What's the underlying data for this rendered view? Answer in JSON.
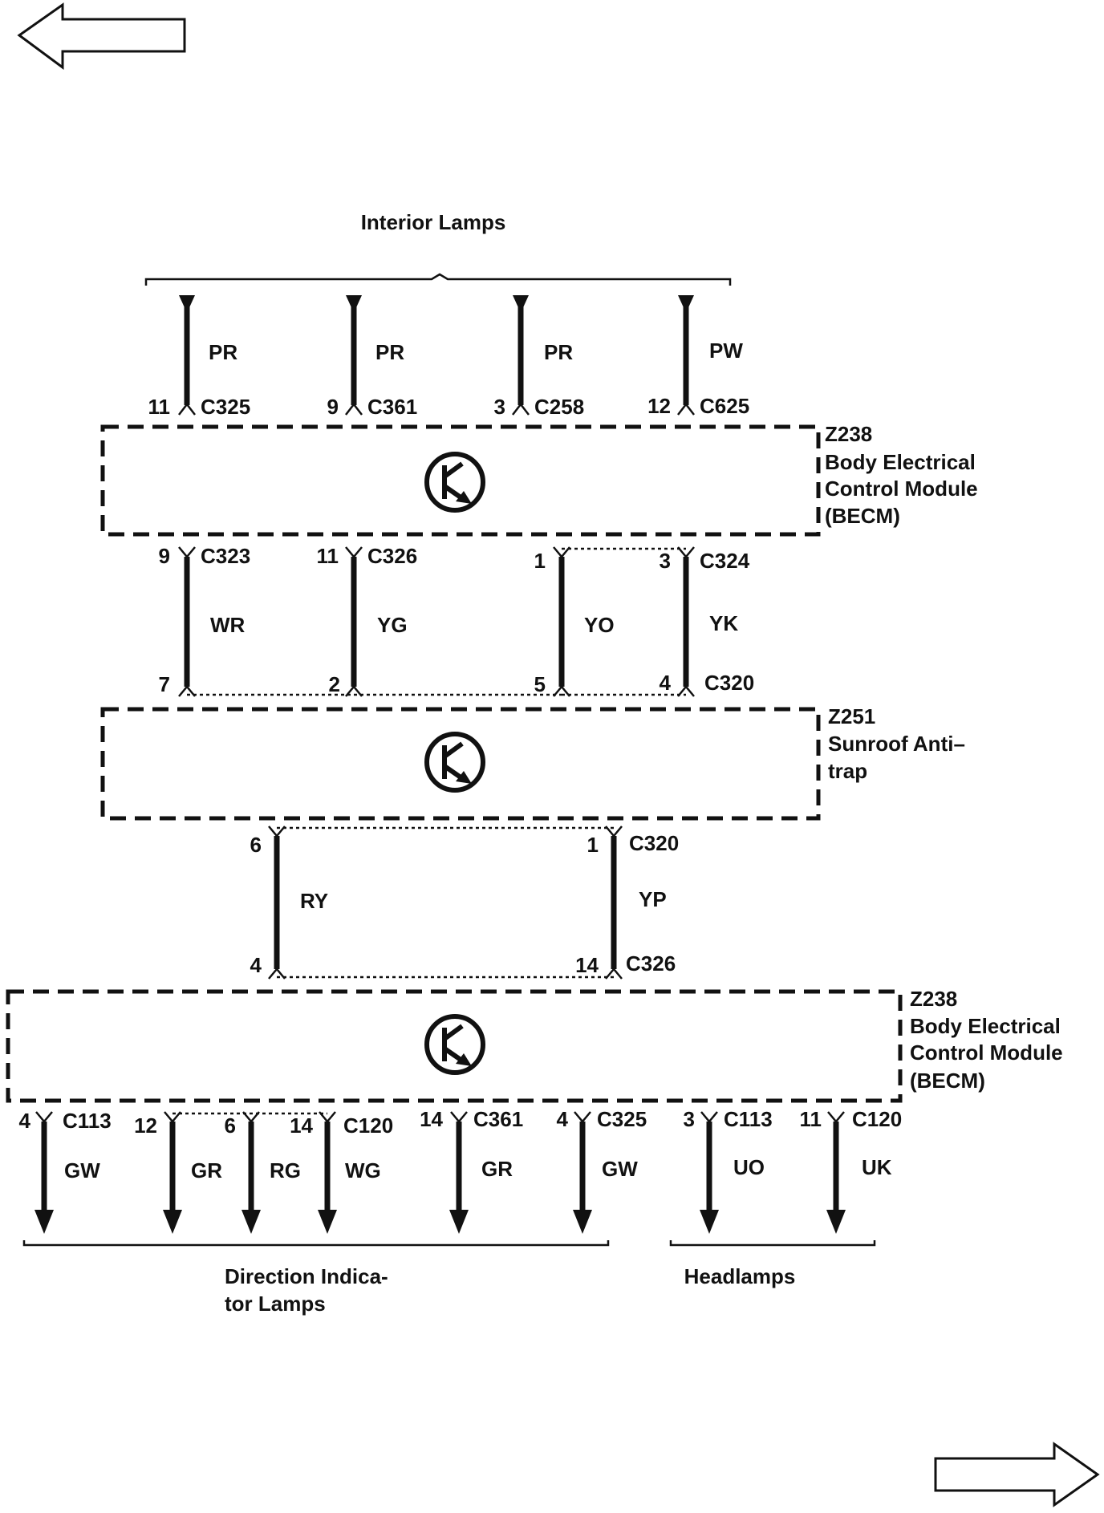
{
  "nav": {
    "back_icon": "left-arrow-icon",
    "forward_icon": "right-arrow-icon"
  },
  "interior_lamps": {
    "title": "Interior Lamps",
    "wires": [
      {
        "color": "PR",
        "pin": "11",
        "connector": "C325"
      },
      {
        "color": "PR",
        "pin": "9",
        "connector": "C361"
      },
      {
        "color": "PR",
        "pin": "3",
        "connector": "C258"
      },
      {
        "color": "PW",
        "pin": "12",
        "connector": "C625"
      }
    ]
  },
  "becm_top": {
    "id": "Z238",
    "lines": [
      "Body Electrical",
      "Control Module",
      "(BECM)"
    ],
    "icon": "transistor-icon"
  },
  "middle_wires": [
    {
      "color": "WR",
      "top_pin": "9",
      "top_connector": "C323",
      "bottom_pin": "7"
    },
    {
      "color": "YG",
      "top_pin": "11",
      "top_connector": "C326",
      "bottom_pin": "2"
    },
    {
      "color": "YO",
      "top_pin": "1",
      "bottom_pin": "5"
    },
    {
      "color": "YK",
      "top_pin": "3",
      "top_connector": "C324",
      "bottom_pin": "4",
      "bottom_connector": "C320"
    }
  ],
  "sunroof": {
    "id": "Z251",
    "lines": [
      "Sunroof Anti–",
      "trap"
    ],
    "icon": "transistor-icon"
  },
  "lower_wires": [
    {
      "color": "RY",
      "top_pin": "6",
      "bottom_pin": "4"
    },
    {
      "color": "YP",
      "top_pin": "1",
      "top_connector": "C320",
      "bottom_pin": "14",
      "bottom_connector": "C326"
    }
  ],
  "becm_bottom": {
    "id": "Z238",
    "lines": [
      "Body Electrical",
      "Control Module",
      "(BECM)"
    ],
    "icon": "transistor-icon"
  },
  "outputs": [
    {
      "pin": "4",
      "connector": "C113",
      "color": "GW"
    },
    {
      "pin": "12",
      "color": "GR"
    },
    {
      "pin": "6",
      "color": "RG"
    },
    {
      "pin": "14",
      "connector": "C120",
      "color": "WG"
    },
    {
      "pin": "14",
      "connector": "C361",
      "color": "GR"
    },
    {
      "pin": "4",
      "connector": "C325",
      "color": "GW"
    },
    {
      "pin": "3",
      "connector": "C113",
      "color": "UO"
    },
    {
      "pin": "11",
      "connector": "C120",
      "color": "UK"
    }
  ],
  "groups": {
    "direction": [
      "Direction Indica-",
      "tor Lamps"
    ],
    "headlamps": "Headlamps"
  }
}
